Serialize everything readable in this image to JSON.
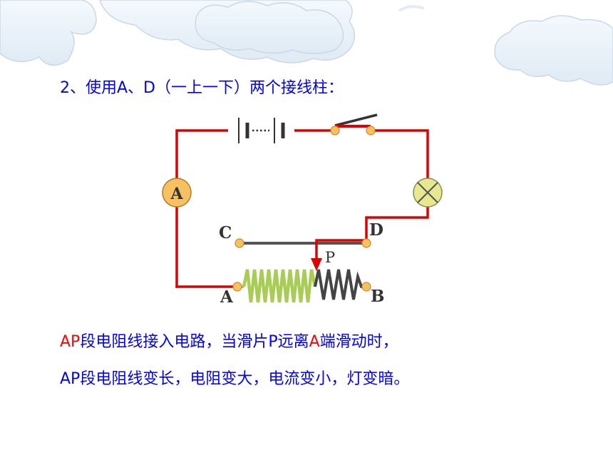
{
  "heading": "2、使用A、D（一上一下）两个接线柱：",
  "circuit": {
    "ammeter_label": "A",
    "terminals": {
      "c": "C",
      "d": "D",
      "a": "A",
      "b": "B"
    },
    "slider_label": "P",
    "colors": {
      "wire": "#e00000",
      "resistance_active": "#a8cc55",
      "resistance_inactive": "#444444",
      "terminal": "#f7c060",
      "lamp": "#e8e890",
      "ammeter": "#f7c060"
    }
  },
  "explanation": {
    "line1": [
      {
        "text": "AP",
        "highlight": true
      },
      {
        "text": "段电阻线接入电路，当滑片P远离",
        "highlight": false
      },
      {
        "text": "A",
        "highlight": true
      },
      {
        "text": "端滑动时，",
        "highlight": false
      }
    ],
    "line2": "AP段电阻线变长，电阻变大，电流变小，灯变暗。"
  }
}
